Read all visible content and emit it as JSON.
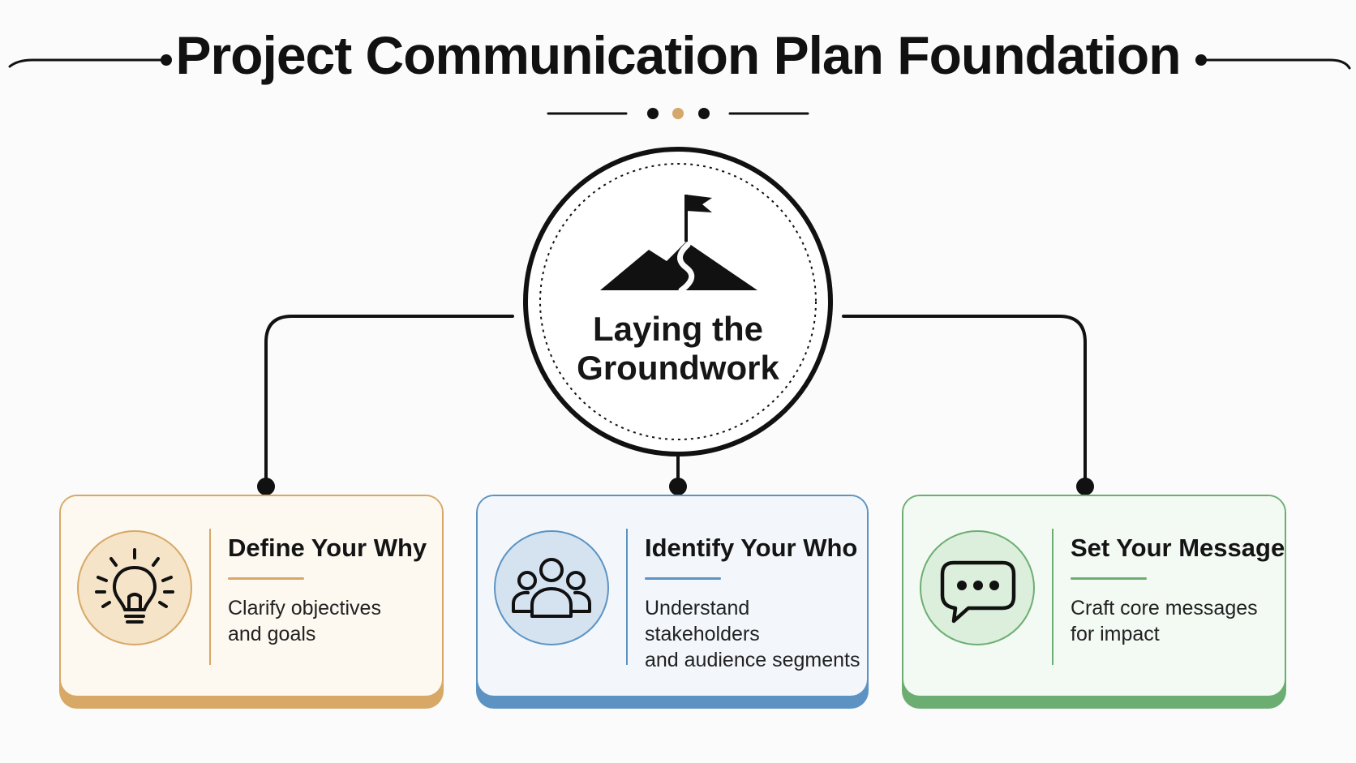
{
  "title": "Project Communication Plan Foundation",
  "hub": {
    "line1": "Laying the",
    "line2": "Groundwork"
  },
  "cards": [
    {
      "title": "Define Your Why",
      "desc_line1": "Clarify objectives",
      "desc_line2": "and goals",
      "icon": "lightbulb-icon",
      "accent": "#d7a866",
      "fill": "#fdf9f1",
      "badge_fill": "#f5e4c8"
    },
    {
      "title": "Identify Your Who",
      "desc_line1": "Understand stakeholders",
      "desc_line2": "and audience segments",
      "icon": "people-icon",
      "accent": "#5d93c2",
      "fill": "#f3f7fc",
      "badge_fill": "#d5e3f1"
    },
    {
      "title": "Set Your Message",
      "desc_line1": "Craft core messages",
      "desc_line2": "for impact",
      "icon": "chat-bubble-icon",
      "accent": "#6cae72",
      "fill": "#f3f9f3",
      "badge_fill": "#dcefdc"
    }
  ],
  "colors": {
    "ink": "#111111",
    "dot_accent": "#d4a86a"
  }
}
